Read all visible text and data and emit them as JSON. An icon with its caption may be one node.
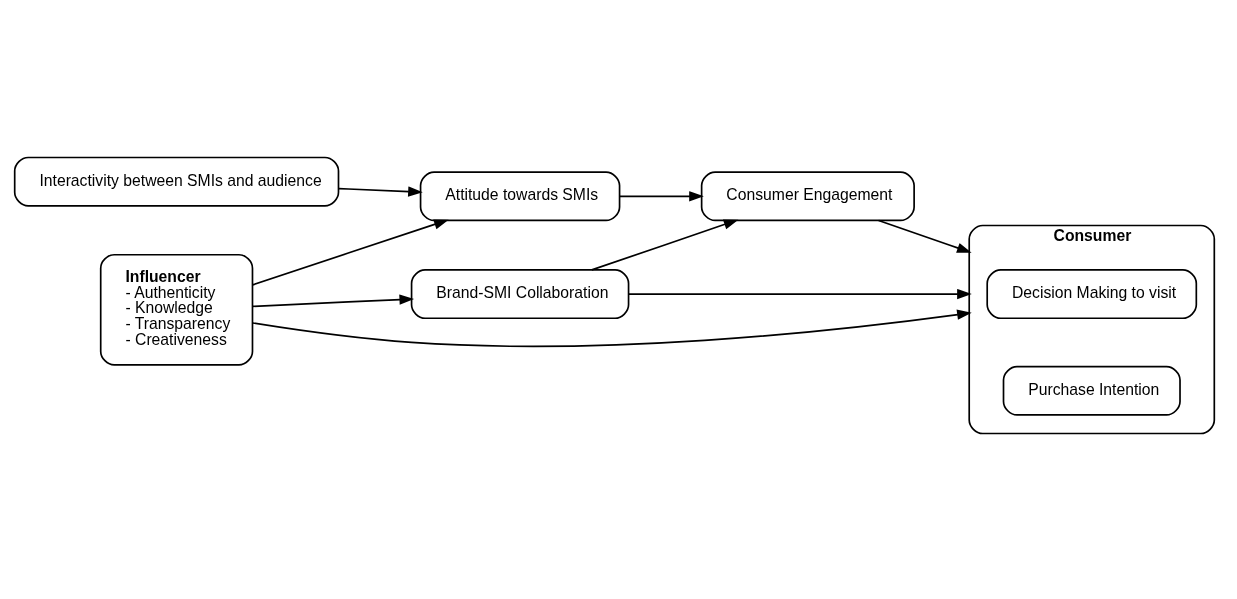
{
  "diagram": {
    "nodes": [
      {
        "text": [
          "Influencer",
          "- Authenticity",
          "- Knowledge",
          "- Transparency",
          "- Creativeness"
        ]
      },
      {
        "text": [
          "Attitude towards SMIs"
        ]
      },
      {
        "text": [
          "Consumer Engagement"
        ]
      },
      {
        "text": [
          "Consumer"
        ]
      },
      {
        "text": [
          "Decision Making to visit"
        ],
        "in": 3
      },
      {
        "text": [
          "Purchase Intention"
        ],
        "in": 3
      },
      {
        "text": [
          "Interactivity between SMIs and audience"
        ]
      },
      {
        "text": [
          "Brand-SMI Collaboration"
        ]
      }
    ],
    "edges": [
      {
        "from": 0,
        "to": 3,
        "arrow": "to"
      },
      {
        "from": 0,
        "to": 1,
        "arrow": "to"
      },
      {
        "from": 1,
        "to": 2,
        "arrow": "to"
      },
      {
        "from": 2,
        "to": 3,
        "arrow": "to"
      },
      {
        "from": 6,
        "to": 1,
        "arrow": "to"
      },
      {
        "from": 7,
        "to": 2,
        "arrow": "to"
      },
      {
        "from": 7,
        "to": 3,
        "arrow": "to"
      },
      {
        "from": 0,
        "to": 7,
        "arrow": "to"
      }
    ]
  }
}
